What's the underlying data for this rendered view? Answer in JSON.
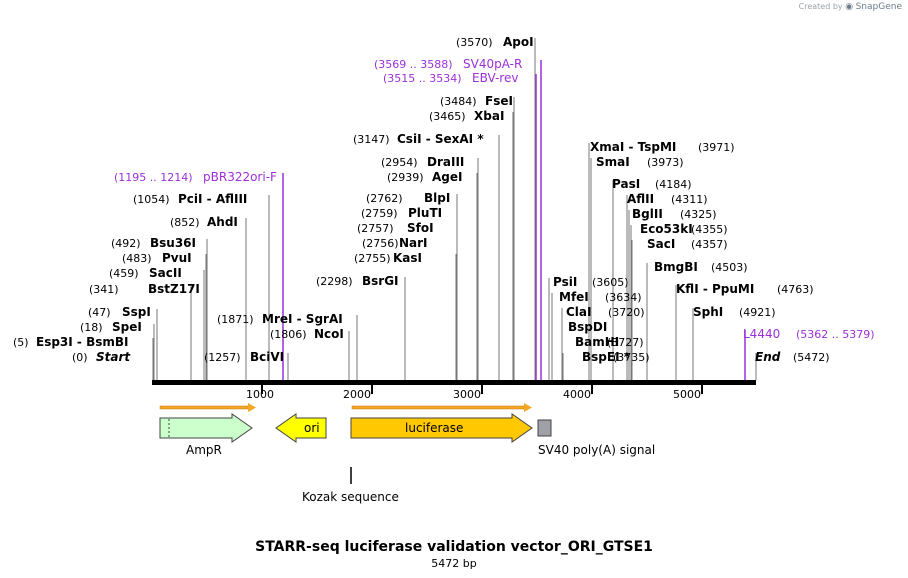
{
  "credit": {
    "text": "Created by",
    "brand": "SnapGene"
  },
  "title": "STARR-seq luciferase validation vector_ORI_GTSE1",
  "length": "5472 bp",
  "colors": {
    "primer": "#9b30d9",
    "backbone": "#000000",
    "ampr": "#ccffcc",
    "ori": "#ffff00",
    "luciferase": "#ffc800",
    "sv40": "#a0a0a8",
    "arrow": "#f5a623"
  },
  "axis": {
    "ticks": [
      "1000",
      "2000",
      "3000",
      "4000",
      "5000"
    ]
  },
  "sites": [
    {
      "pos": "(0)",
      "name": "Start",
      "style": "italic"
    },
    {
      "pos": "(5)",
      "name": "Esp3I  -  BsmBI"
    },
    {
      "pos": "(18)",
      "name": "SpeI"
    },
    {
      "pos": "(47)",
      "name": "SspI"
    },
    {
      "pos": "(341)",
      "name": "BstZ17I"
    },
    {
      "pos": "(459)",
      "name": "SacII"
    },
    {
      "pos": "(483)",
      "name": "PvuI"
    },
    {
      "pos": "(492)",
      "name": "Bsu36I"
    },
    {
      "pos": "(852)",
      "name": "AhdI"
    },
    {
      "pos": "(1054)",
      "name": "PciI  -  AflIII"
    },
    {
      "pos": "(1195 .. 1214)",
      "name": "pBR322ori-F",
      "type": "primer"
    },
    {
      "pos": "(1257)",
      "name": "BciVI"
    },
    {
      "pos": "(1806)",
      "name": "NcoI"
    },
    {
      "pos": "(1871)",
      "name": "MreI  -  SgrAI"
    },
    {
      "pos": "(2298)",
      "name": "BsrGI"
    },
    {
      "pos": "(2755)",
      "name": "KasI"
    },
    {
      "pos": "(2756)",
      "name": "NarI"
    },
    {
      "pos": "(2757)",
      "name": "SfoI"
    },
    {
      "pos": "(2759)",
      "name": "PluTI"
    },
    {
      "pos": "(2762)",
      "name": "BlpI"
    },
    {
      "pos": "(2939)",
      "name": "AgeI"
    },
    {
      "pos": "(2954)",
      "name": "DraIII"
    },
    {
      "pos": "(3147)",
      "name": "CsiI  -  SexAI *"
    },
    {
      "pos": "(3465)",
      "name": "XbaI"
    },
    {
      "pos": "(3484)",
      "name": "FseI"
    },
    {
      "pos": "(3515 .. 3534)",
      "name": "EBV-rev",
      "type": "primer"
    },
    {
      "pos": "(3569 .. 3588)",
      "name": "SV40pA-R",
      "type": "primer"
    },
    {
      "pos": "(3570)",
      "name": "ApoI"
    },
    {
      "pos": "(3605)",
      "name": "PsiI"
    },
    {
      "pos": "(3634)",
      "name": "MfeI"
    },
    {
      "pos": "(3720)",
      "name": "ClaI"
    },
    {
      "pos": "(3720)",
      "name": "BspDI"
    },
    {
      "pos": "(3727)",
      "name": "BamHI"
    },
    {
      "pos": "(3735)",
      "name": "BspEI *"
    },
    {
      "pos": "(3971)",
      "name": "XmaI  -  TspMI"
    },
    {
      "pos": "(3973)",
      "name": "SmaI"
    },
    {
      "pos": "(4184)",
      "name": "PasI"
    },
    {
      "pos": "(4311)",
      "name": "AflII"
    },
    {
      "pos": "(4325)",
      "name": "BglII"
    },
    {
      "pos": "(4355)",
      "name": "Eco53kI"
    },
    {
      "pos": "(4357)",
      "name": "SacI"
    },
    {
      "pos": "(4503)",
      "name": "BmgBI"
    },
    {
      "pos": "(4763)",
      "name": "KflI  -  PpuMI"
    },
    {
      "pos": "(4921)",
      "name": "SphI"
    },
    {
      "pos": "(5362 .. 5379)",
      "name": "L4440",
      "type": "primer"
    },
    {
      "pos": "(5472)",
      "name": "End",
      "style": "italic"
    }
  ],
  "features": [
    {
      "name": "AmpR",
      "label": "AmpR",
      "direction": "forward"
    },
    {
      "name": "ori",
      "label": "ori",
      "direction": "reverse"
    },
    {
      "name": "luciferase",
      "label": "luciferase",
      "direction": "forward"
    },
    {
      "name": "sv40-polya",
      "label": "SV40 poly(A) signal",
      "direction": "none"
    },
    {
      "name": "kozak",
      "label": "Kozak sequence",
      "direction": "none"
    }
  ]
}
